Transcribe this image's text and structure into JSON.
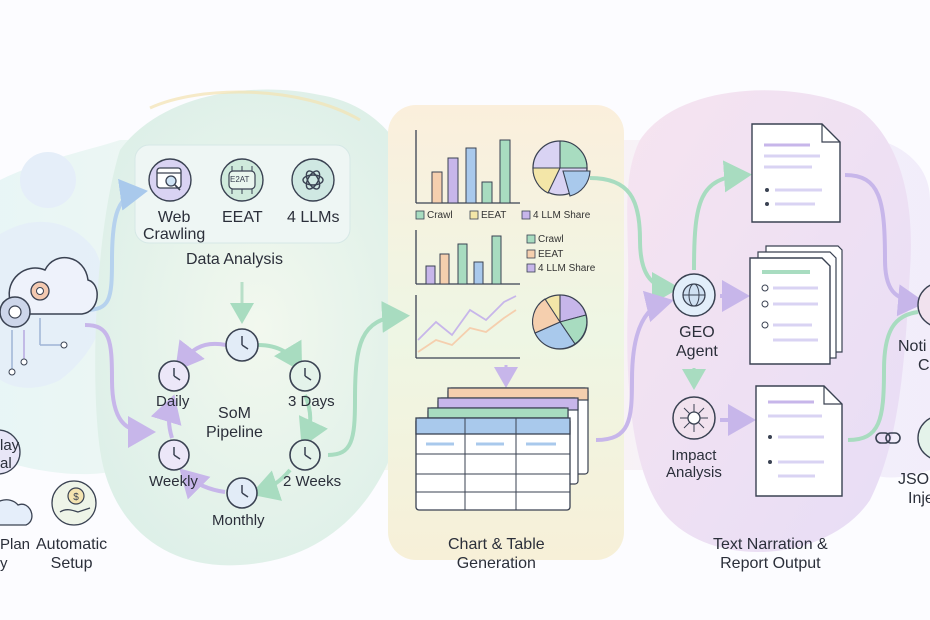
{
  "left": {
    "partial_label_1": "lay",
    "partial_label_2": "al",
    "partial_label_3": "Plan",
    "partial_label_4": "y",
    "automatic_setup_line1": "Automatic",
    "automatic_setup_line2": "Setup"
  },
  "data_analysis": {
    "items": [
      {
        "label_line1": "Web",
        "label_line2": "Crawling",
        "icon": "web-crawl-icon"
      },
      {
        "label_line1": "EEAT",
        "label_line2": "",
        "icon": "eeat-icon",
        "icon_text": "E2AT"
      },
      {
        "label_line1": "4 LLMs",
        "label_line2": "",
        "icon": "llm-icon"
      }
    ],
    "title": "Data Analysis"
  },
  "pipeline": {
    "center_line1": "SoM",
    "center_line2": "Pipeline",
    "labels": [
      "Daily",
      "3 Days",
      "Weekly",
      "2 Weeks",
      "Monthly"
    ]
  },
  "charts": {
    "legend_1": [
      "Crawl",
      "EEAT",
      "4 LLM Share"
    ],
    "legend_2": [
      "Crawl",
      "EEAT",
      "4 LLM Share"
    ],
    "title_line1": "Chart & Table",
    "title_line2": "Generation"
  },
  "agent": {
    "geo_line1": "GEO",
    "geo_line2": "Agent",
    "impact_line1": "Impact",
    "impact_line2": "Analysis"
  },
  "output": {
    "title_line1": "Text Narration &",
    "title_line2": "Report Output"
  },
  "right": {
    "partial_1": "Noti",
    "partial_2": "Co",
    "partial_3": "JSO",
    "partial_4": "Inje"
  },
  "colors": {
    "green": "#a8dcc0",
    "purple": "#c7b6ea",
    "blue": "#a9c9ec",
    "peach": "#f5cfae",
    "yellow": "#f3e6a8",
    "outline": "#3a4252"
  }
}
